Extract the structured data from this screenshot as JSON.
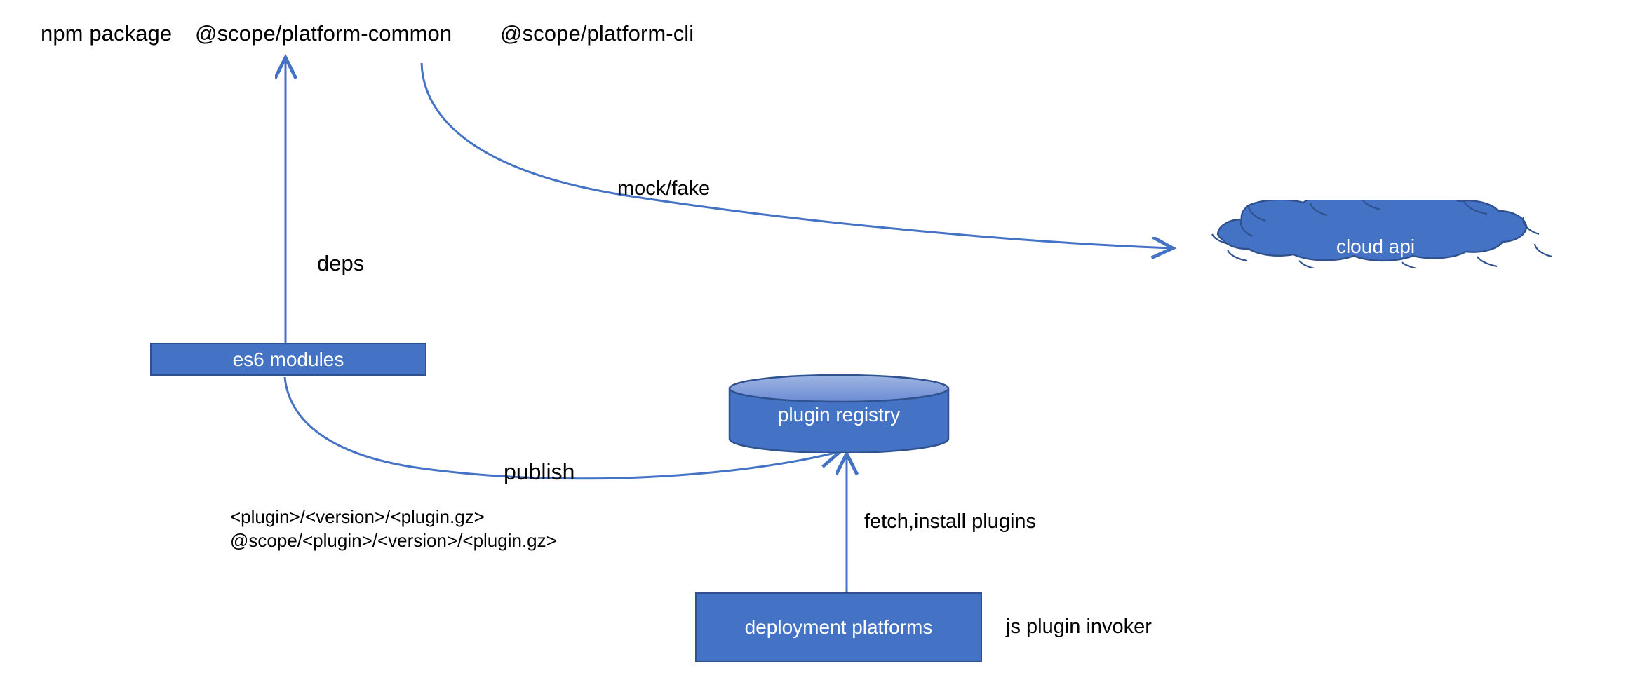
{
  "diagram": {
    "title_row": {
      "items": [
        {
          "id": "npm-package",
          "text": "npm package"
        },
        {
          "id": "platform-common",
          "text": "@scope/platform-common"
        },
        {
          "id": "platform-cli",
          "text": "@scope/platform-cli"
        }
      ]
    },
    "nodes": [
      {
        "id": "es6-modules",
        "label": "es6 modules",
        "shape": "rectangle",
        "fill": "#4472C4",
        "stroke": "#2F528F",
        "text_color": "#ffffff"
      },
      {
        "id": "plugin-registry",
        "label": "plugin registry",
        "shape": "cylinder",
        "fill": "#4472C4",
        "stroke": "#2F528F",
        "top_fill": "#7D9BDC",
        "text_color": "#ffffff"
      },
      {
        "id": "deployment-platforms",
        "label": "deployment platforms",
        "shape": "rectangle",
        "fill": "#4472C4",
        "stroke": "#2F528F",
        "text_color": "#ffffff"
      },
      {
        "id": "cloud-api",
        "label": "cloud api",
        "shape": "cloud",
        "fill": "#4472C4",
        "stroke": "#2F528F",
        "text_color": "#ffffff"
      }
    ],
    "edges": [
      {
        "id": "deps",
        "label": "deps",
        "from": "es6-modules",
        "to": "platform-common",
        "style": "straight-arrow",
        "color": "#4472C4"
      },
      {
        "id": "mock-fake",
        "label": "mock/fake",
        "from": "platform-cli",
        "to": "cloud-api",
        "style": "curved-arrow",
        "color": "#4472C4"
      },
      {
        "id": "publish",
        "label": "publish",
        "from": "es6-modules",
        "to": "plugin-registry",
        "style": "curved-arrow",
        "color": "#4472C4"
      },
      {
        "id": "fetch-install",
        "label": "fetch,install plugins",
        "from": "deployment-platforms",
        "to": "plugin-registry",
        "style": "straight-arrow",
        "color": "#4472C4"
      }
    ],
    "annotations": [
      {
        "id": "plugin-path-lines",
        "line1": "<plugin>/<version>/<plugin.gz>",
        "line2": "@scope/<plugin>/<version>/<plugin.gz>"
      },
      {
        "id": "js-plugin-invoker",
        "text": "js plugin invoker"
      }
    ]
  }
}
